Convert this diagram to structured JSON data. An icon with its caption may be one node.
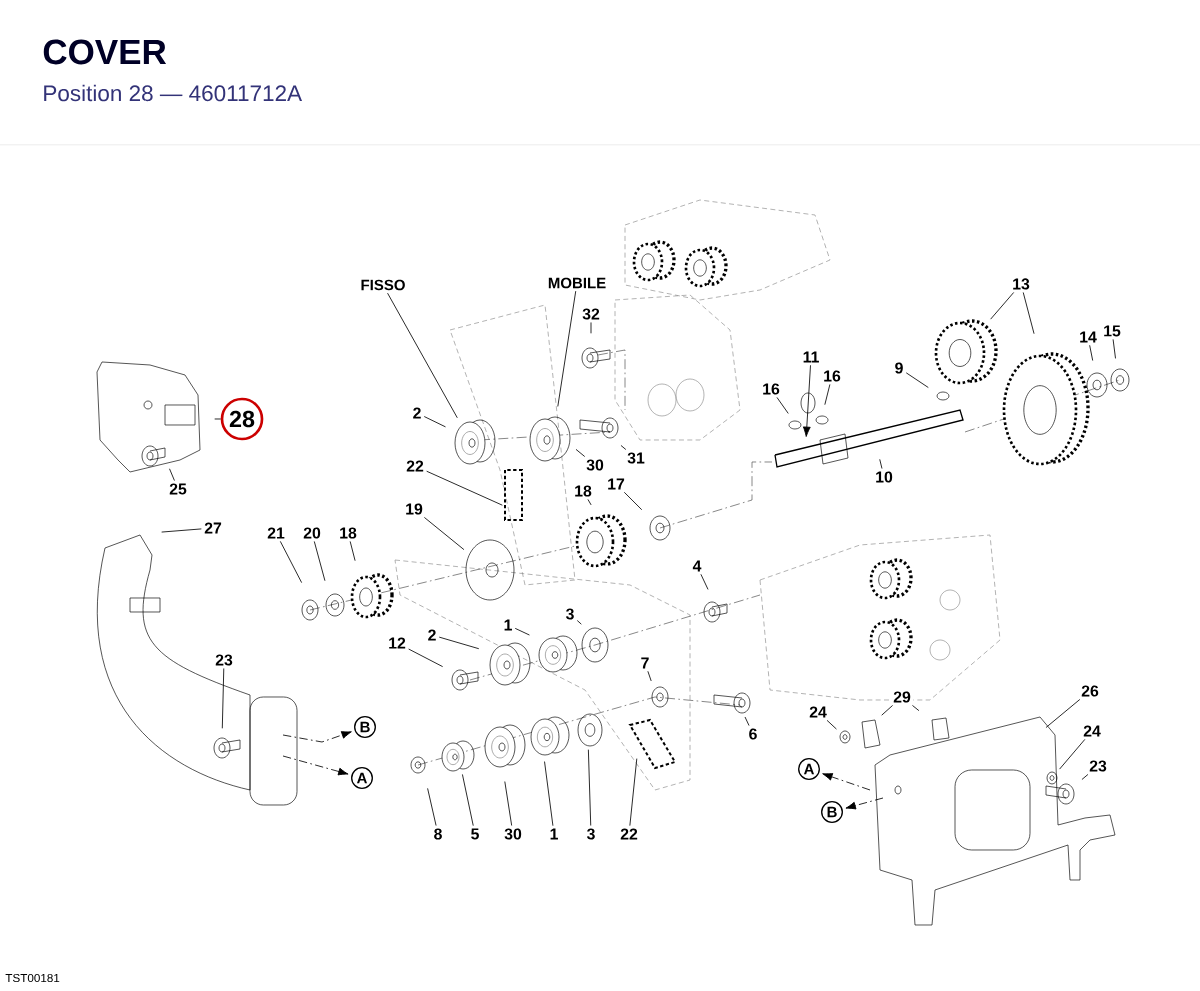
{
  "diagram": {
    "title": "COVER",
    "nodes": [
      {
        "text": [
          "FISSO"
        ]
      },
      {
        "text": [
          "MOBILE"
        ]
      },
      {
        "text": [
          "32"
        ]
      },
      {
        "text": [
          "13"
        ]
      },
      {
        "text": [
          "11"
        ]
      },
      {
        "text": [
          "15"
        ]
      },
      {
        "text": [
          "14"
        ]
      },
      {
        "text": [
          "9"
        ]
      },
      {
        "text": [
          "16"
        ]
      },
      {
        "text": [
          "16"
        ]
      },
      {
        "text": [
          "28"
        ]
      },
      {
        "text": [
          "2"
        ]
      },
      {
        "text": [
          "31"
        ]
      },
      {
        "text": [
          "30"
        ]
      },
      {
        "text": [
          "22"
        ]
      },
      {
        "text": [
          "10"
        ]
      },
      {
        "text": [
          "25"
        ]
      },
      {
        "text": [
          "17"
        ]
      },
      {
        "text": [
          "18"
        ]
      },
      {
        "text": [
          "19"
        ]
      },
      {
        "text": [
          "27"
        ]
      },
      {
        "text": [
          "21"
        ]
      },
      {
        "text": [
          "20"
        ]
      },
      {
        "text": [
          "18"
        ]
      },
      {
        "text": [
          "4"
        ]
      },
      {
        "text": [
          "3"
        ]
      },
      {
        "text": [
          "1"
        ]
      },
      {
        "text": [
          "2"
        ]
      },
      {
        "text": [
          "12"
        ]
      },
      {
        "text": [
          "7"
        ]
      },
      {
        "text": [
          "23"
        ]
      },
      {
        "text": [
          "29"
        ]
      },
      {
        "text": [
          "26"
        ]
      },
      {
        "text": [
          "24"
        ]
      },
      {
        "text": [
          "6"
        ]
      },
      {
        "text": [
          "24"
        ]
      },
      {
        "text": [
          "B"
        ]
      },
      {
        "text": [
          "A"
        ]
      },
      {
        "text": [
          "23"
        ]
      },
      {
        "text": [
          "A"
        ]
      },
      {
        "text": [
          "B"
        ]
      },
      {
        "text": [
          "8"
        ]
      },
      {
        "text": [
          "5"
        ]
      },
      {
        "text": [
          "30"
        ]
      },
      {
        "text": [
          "1"
        ]
      },
      {
        "text": [
          "3"
        ]
      },
      {
        "text": [
          "22"
        ]
      }
    ],
    "edges": [
      {
        "from": 0,
        "to": null,
        "arrow": "none"
      },
      {
        "from": 1,
        "to": null,
        "arrow": "none"
      },
      {
        "from": 2,
        "to": null,
        "arrow": "none"
      },
      {
        "from": 3,
        "to": null,
        "arrow": "none"
      },
      {
        "from": 3,
        "to": null,
        "arrow": "none"
      },
      {
        "from": 4,
        "to": null,
        "arrow": "to"
      },
      {
        "from": 5,
        "to": null,
        "arrow": "none"
      },
      {
        "from": 6,
        "to": null,
        "arrow": "none"
      },
      {
        "from": 7,
        "to": null,
        "arrow": "none"
      },
      {
        "from": 8,
        "to": null,
        "arrow": "none"
      },
      {
        "from": 9,
        "to": null,
        "arrow": "none"
      },
      {
        "from": 10,
        "to": null,
        "arrow": "none"
      },
      {
        "from": 11,
        "to": null,
        "arrow": "none"
      },
      {
        "from": 12,
        "to": null,
        "arrow": "none"
      },
      {
        "from": 13,
        "to": null,
        "arrow": "none"
      },
      {
        "from": 14,
        "to": null,
        "arrow": "none"
      },
      {
        "from": 15,
        "to": null,
        "arrow": "none"
      },
      {
        "from": 16,
        "to": null,
        "arrow": "none"
      },
      {
        "from": 17,
        "to": null,
        "arrow": "none"
      },
      {
        "from": 18,
        "to": null,
        "arrow": "none"
      },
      {
        "from": 19,
        "to": null,
        "arrow": "none"
      },
      {
        "from": 20,
        "to": null,
        "arrow": "none"
      },
      {
        "from": 21,
        "to": null,
        "arrow": "none"
      },
      {
        "from": 22,
        "to": null,
        "arrow": "none"
      },
      {
        "from": 23,
        "to": null,
        "arrow": "none"
      },
      {
        "from": 24,
        "to": null,
        "arrow": "none"
      },
      {
        "from": 25,
        "to": null,
        "arrow": "none"
      },
      {
        "from": 26,
        "to": null,
        "arrow": "none"
      },
      {
        "from": 27,
        "to": null,
        "arrow": "none"
      },
      {
        "from": 28,
        "to": null,
        "arrow": "none"
      },
      {
        "from": 29,
        "to": null,
        "arrow": "none"
      },
      {
        "from": 30,
        "to": null,
        "arrow": "none"
      },
      {
        "from": 31,
        "to": null,
        "arrow": "none"
      },
      {
        "from": 31,
        "to": null,
        "arrow": "none"
      },
      {
        "from": 32,
        "to": null,
        "arrow": "none"
      },
      {
        "from": 33,
        "to": null,
        "arrow": "none"
      },
      {
        "from": 34,
        "to": null,
        "arrow": "none"
      },
      {
        "from": 35,
        "to": null,
        "arrow": "none"
      },
      {
        "from": 38,
        "to": null,
        "arrow": "none"
      },
      {
        "from": null,
        "to": 36,
        "arrow": "to",
        "style": "dashed"
      },
      {
        "from": null,
        "to": 37,
        "arrow": "to",
        "style": "dashed"
      },
      {
        "from": null,
        "to": 39,
        "arrow": "to",
        "style": "dashed"
      },
      {
        "from": null,
        "to": 40,
        "arrow": "to",
        "style": "dashed"
      },
      {
        "from": 41,
        "to": null,
        "arrow": "none"
      },
      {
        "from": 42,
        "to": null,
        "arrow": "none"
      },
      {
        "from": 43,
        "to": null,
        "arrow": "none"
      },
      {
        "from": 44,
        "to": null,
        "arrow": "none"
      },
      {
        "from": 45,
        "to": null,
        "arrow": "none"
      },
      {
        "from": 46,
        "to": null,
        "arrow": "none"
      }
    ],
    "labels": [
      "Position 28 — 46011712A",
      "TST00181"
    ]
  }
}
